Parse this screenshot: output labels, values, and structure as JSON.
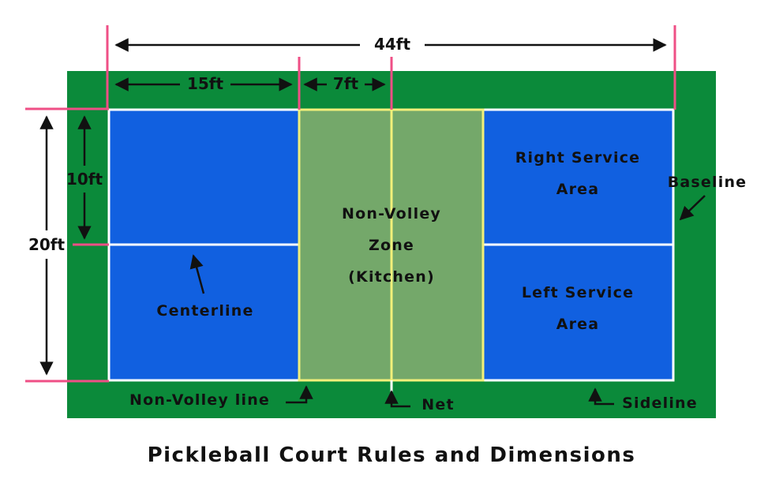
{
  "title": "Pickleball Court Rules and Dimensions",
  "dimensions": {
    "total_length": "44ft",
    "baseline_to_nvz": "15ft",
    "nvz_depth": "7ft",
    "half_width": "10ft",
    "full_width": "20ft"
  },
  "labels": {
    "nvz_line1": "Non-Volley",
    "nvz_line2": "Zone",
    "nvz_line3": "(Kitchen)",
    "right_service_1": "Right Service",
    "right_service_2": "Area",
    "left_service_1": "Left Service",
    "left_service_2": "Area",
    "centerline": "Centerline",
    "baseline": "Baseline",
    "non_volley_line": "Non-Volley line",
    "net": "Net",
    "sideline": "Sideline"
  },
  "colors": {
    "surround": "#0b8a3a",
    "court": "#1160e0",
    "kitchen": "#74a86a",
    "kitchen_border": "#f2f07a",
    "lines": "#ffffff",
    "marker": "#ef4f86"
  }
}
